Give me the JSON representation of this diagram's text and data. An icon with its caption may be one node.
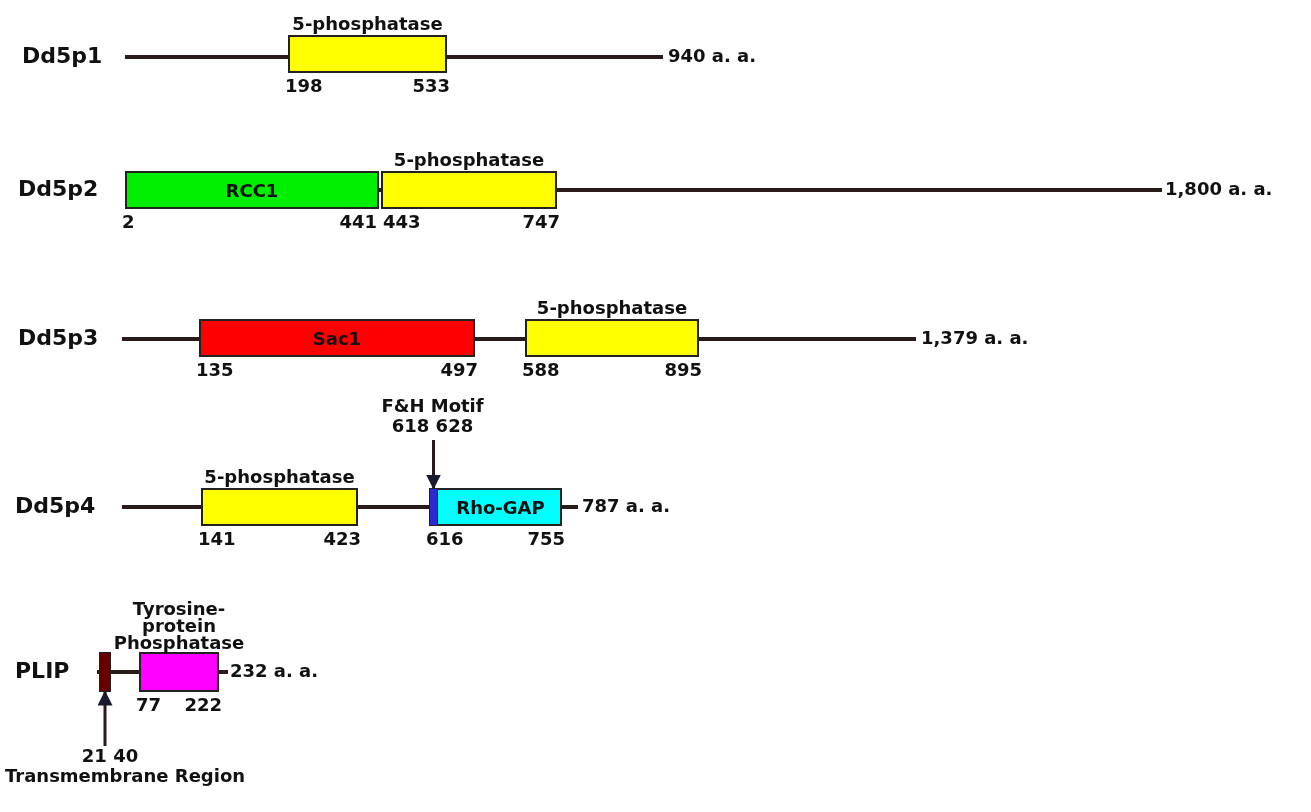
{
  "diagram": {
    "nodes": [
      {
        "text": [
          "5-phosphatase"
        ],
        "beside": [
          "198",
          "533"
        ]
      },
      {
        "text": [
          "RCC1"
        ],
        "beside": [
          "2",
          "441"
        ]
      },
      {
        "text": [
          "5-phosphatase"
        ],
        "beside": [
          "443",
          "747"
        ]
      },
      {
        "text": [
          "Sac1"
        ],
        "beside": [
          "135",
          "497"
        ]
      },
      {
        "text": [
          "5-phosphatase"
        ],
        "beside": [
          "588",
          "895"
        ]
      },
      {
        "text": [
          "F&H Motif",
          "618 628"
        ]
      },
      {
        "text": [
          "5-phosphatase"
        ],
        "beside": [
          "141",
          "423"
        ]
      },
      {
        "text": [
          "Rho-GAP"
        ],
        "beside": [
          "616",
          "755"
        ]
      },
      {
        "text": [],
        "shape": "bar",
        "in": 7
      },
      {
        "text": [
          "Tyrosine- protein Phosphatase"
        ],
        "beside": [
          "77",
          "222"
        ]
      },
      {
        "text": [],
        "shape": "bar"
      },
      {
        "text": [
          "21 40",
          "Transmembrane Region"
        ]
      }
    ],
    "edges": [
      {
        "from": 5,
        "to": 8,
        "arrow": "to"
      },
      {
        "from": 11,
        "to": 10,
        "arrow": "to"
      }
    ],
    "labels": [
      "Dd5p1",
      "940 a. a.",
      "Dd5p2",
      "1,800 a. a.",
      "Dd5p3",
      "1,379 a. a.",
      "Dd5p4",
      "787 a. a.",
      "PLIP",
      "232 a. a."
    ]
  }
}
